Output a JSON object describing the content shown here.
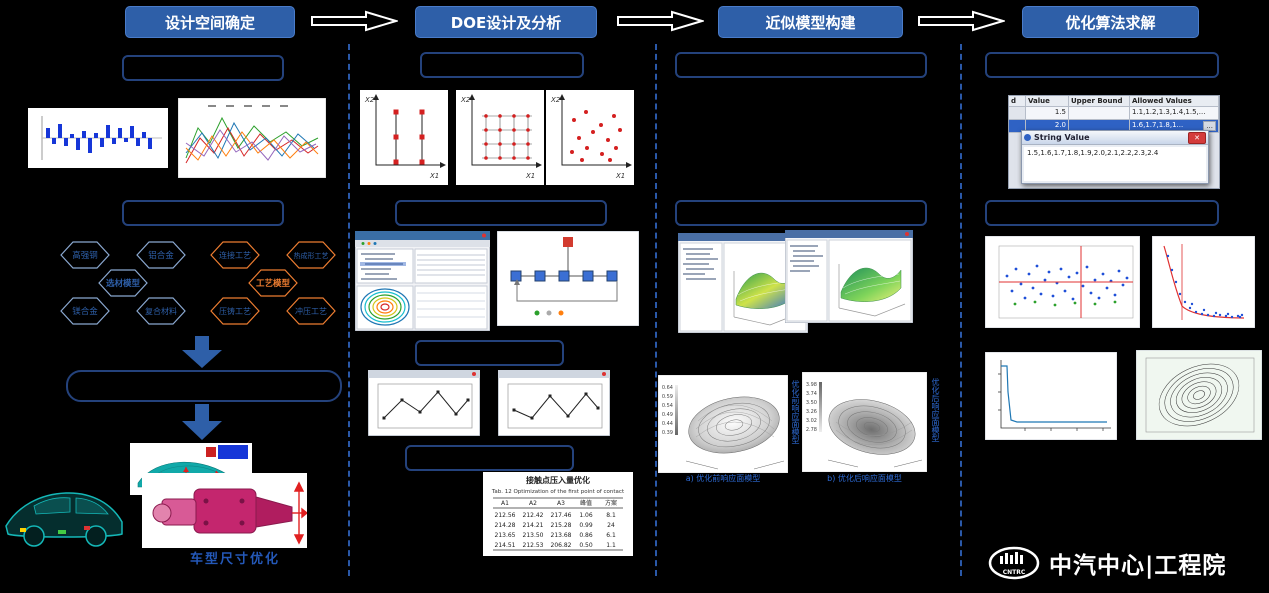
{
  "stages": [
    {
      "label": "设计空间确定"
    },
    {
      "label": "DOE设计及分析"
    },
    {
      "label": "近似模型构建"
    },
    {
      "label": "优化算法求解"
    }
  ],
  "col1": {
    "box1": "",
    "box2": "",
    "box3": "",
    "hex_left": {
      "center": "选材模型",
      "tl": "高强钢",
      "tr": "铝合金",
      "bl": "镁合金",
      "br": "复合材料"
    },
    "hex_right": {
      "center": "工艺模型",
      "tl": "连接工艺",
      "tr": "热成形工艺",
      "bl": "压铸工艺",
      "br": "冲压工艺"
    },
    "caption": "车型尺寸优化"
  },
  "col2": {
    "box1": "",
    "box2": "",
    "box3": "",
    "box4": "",
    "doe_axes": {
      "x": "X1",
      "y": "X2"
    },
    "table": {
      "title_cn": "接触点压入量优化",
      "caption_en": "Tab. 12  Optimization of the first point of contact",
      "headers": [
        "A1",
        "A2",
        "A3",
        "峰值",
        "方案"
      ],
      "rows": [
        [
          "212.56",
          "212.42",
          "217.46",
          "1.06",
          "8.1"
        ],
        [
          "214.28",
          "214.21",
          "215.28",
          "0.99",
          "24"
        ],
        [
          "213.65",
          "213.50",
          "213.68",
          "0.86",
          "6.1"
        ],
        [
          "214.51",
          "212.53",
          "206.82",
          "0.50",
          "1.1"
        ]
      ]
    }
  },
  "col3": {
    "box1": "",
    "box2": "",
    "surfaceA": {
      "caption": "a) 优化前响应面模型",
      "side": "优化前响应面模型",
      "scale": [
        "0.64",
        "0.59",
        "0.54",
        "0.49",
        "0.44",
        "0.39"
      ]
    },
    "surfaceB": {
      "caption": "b) 优化后响应面模型",
      "side": "优化后响应面模型",
      "scale": [
        "3.98",
        "3.74",
        "3.50",
        "3.26",
        "3.02",
        "2.78"
      ]
    }
  },
  "col4": {
    "box1": "",
    "box2": "",
    "value_table": {
      "headers": [
        "d",
        "Value",
        "Upper Bound",
        "Allowed Values"
      ],
      "rows": [
        {
          "value": "1.5",
          "allowed": "1.1,1.2,1.3,1.4,1.5,..."
        },
        {
          "value": "2.0",
          "allowed": "1.6,1.7,1.8,1..."
        }
      ],
      "more_label": "...",
      "dialog": {
        "title": "String Value",
        "close_icon": "✕",
        "content": "1.5,1.6,1.7,1.8,1.9,2.0,2.1,2.2,2.3,2.4"
      }
    }
  },
  "logo": {
    "en": "CNTRC",
    "zh": "中汽中心|工程院"
  }
}
